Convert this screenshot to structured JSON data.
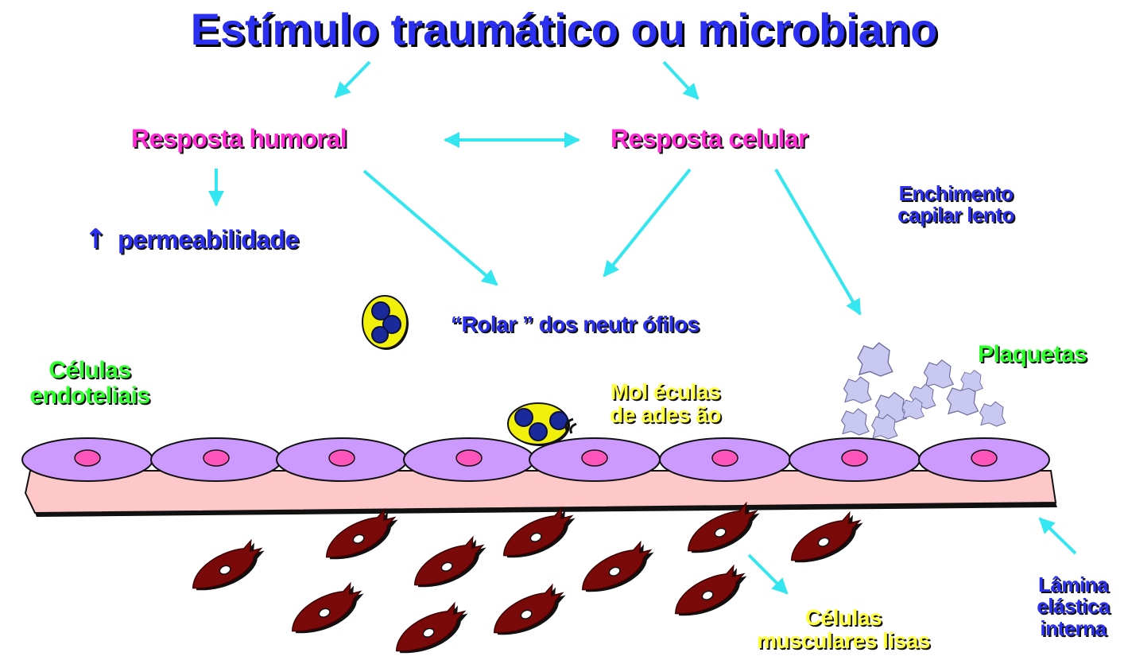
{
  "title": "Estímulo traumático ou microbiano",
  "labels": {
    "humoral": "Resposta  humoral",
    "cellular": "Resposta celular",
    "permeability": "permeabilidade",
    "capillary_line1": "Enchimento",
    "capillary_line2": "capilar lento",
    "rolling": "“Rolar ” dos  neutr ófilos",
    "endothelial_line1": "Células",
    "endothelial_line2": "endoteliais",
    "adhesion_line1": "Mol éculas",
    "adhesion_line2": "de ades ão",
    "platelets": "Plaquetas",
    "smooth_muscle_line1": "Células",
    "smooth_muscle_line2": "musculares lisas",
    "lamina_line1": "Lâmina",
    "lamina_line2": "elástica",
    "lamina_line3": "interna"
  },
  "symbols": {
    "up_arrow": "↑"
  },
  "colors": {
    "title_blue": "#2a2ff0",
    "label_magenta": "#ff2ad4",
    "label_green": "#2dff2d",
    "label_yellow": "#ffff3a",
    "arrow_cyan": "#33e6f0",
    "endothelial_cell": "#cc99ff",
    "nucleus": "#ff55bb",
    "basement_layer": "#ffc8c8",
    "smooth_muscle": "#7a0a0a",
    "platelet": "#c8c8f0",
    "neutrophil_body": "#f0f00a",
    "neutrophil_nucleus": "#1a2a9a"
  }
}
